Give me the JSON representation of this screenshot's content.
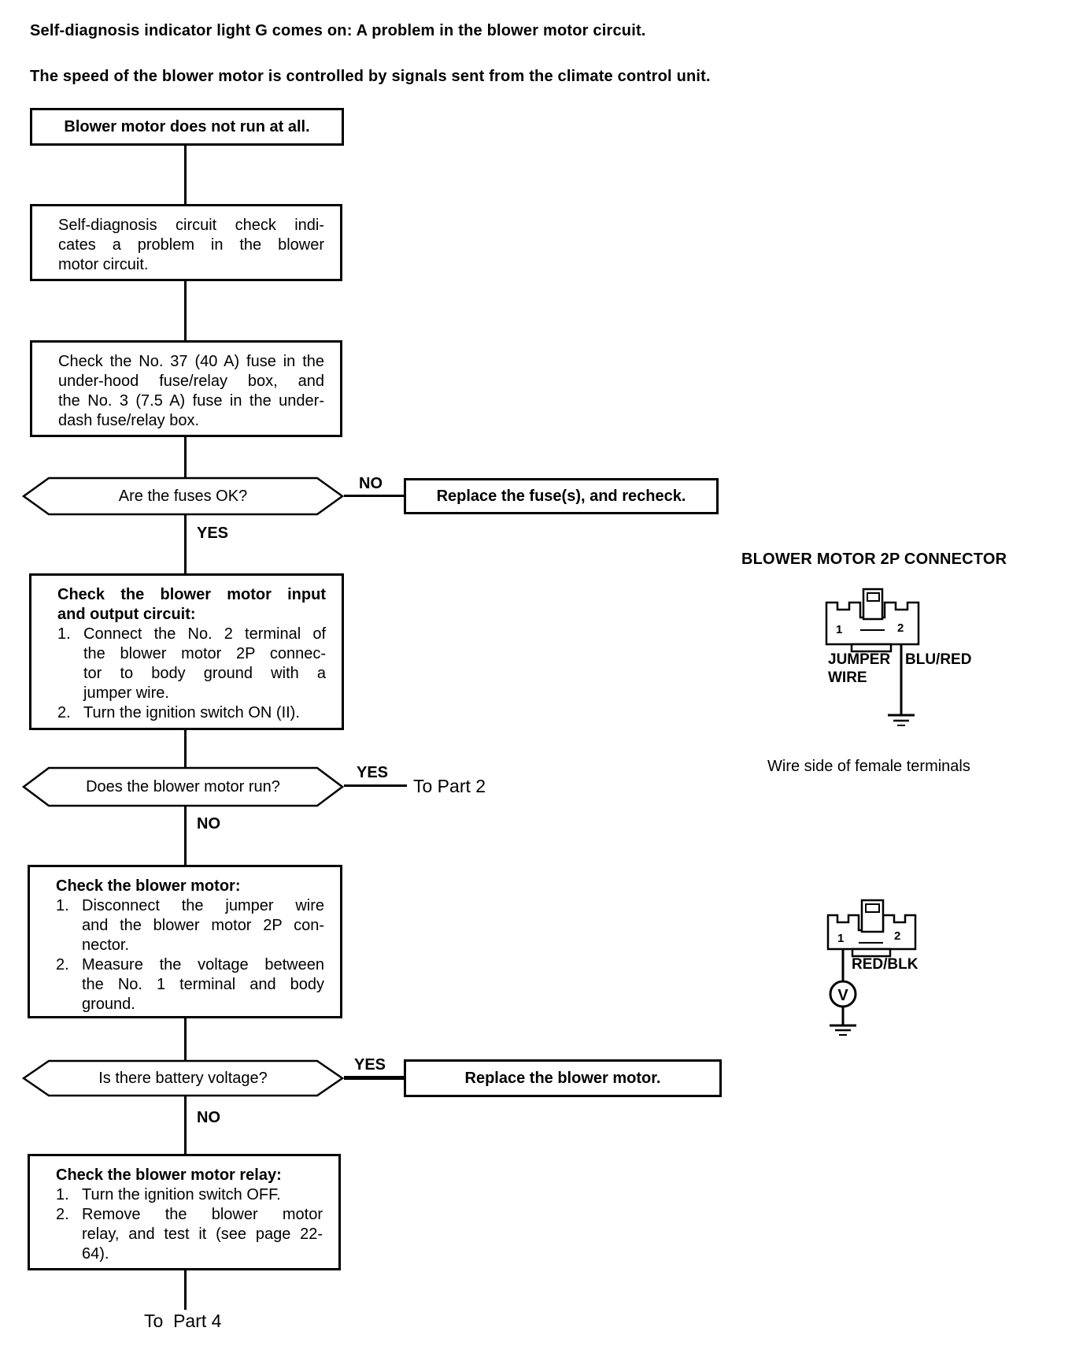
{
  "intro": {
    "line1": "Self-diagnosis indicator light G comes on: A problem in the blower motor circuit.",
    "line2": "The speed of the blower motor is controlled by signals sent from the climate control unit."
  },
  "flow": {
    "start_box": "Blower motor does not run at all.",
    "diag_lines": [
      {
        "t": "Self-diagnosis circuit check indi-",
        "j": 1
      },
      {
        "t": "cates a problem in the blower",
        "j": 1
      },
      {
        "t": "motor circuit."
      }
    ],
    "fuse_lines": [
      {
        "t": "Check the No. 37 (40 A) fuse in the",
        "j": 1
      },
      {
        "t": "under-hood fuse/relay box, and",
        "j": 1
      },
      {
        "t": "the No. 3 (7.5 A) fuse in the under-",
        "j": 1
      },
      {
        "t": "dash fuse/relay box."
      }
    ],
    "dec_fuses": {
      "q": "Are the fuses OK?",
      "no": "NO",
      "yes": "YES"
    },
    "replace_fuses": "Replace the fuse(s), and recheck.",
    "io_lines": [
      {
        "t": "Check the blower motor input",
        "b": 1,
        "j": 1
      },
      {
        "t": "and output circuit:",
        "b": 1
      },
      {
        "n": "1.",
        "t": "Connect the No. 2 terminal of",
        "j": 1
      },
      {
        "i": 1,
        "t": "the blower motor 2P connec-",
        "j": 1
      },
      {
        "i": 1,
        "t": "tor to body ground with a",
        "j": 1
      },
      {
        "i": 1,
        "t": "jumper wire."
      },
      {
        "n": "2.",
        "t": "Turn the ignition switch ON (II)."
      }
    ],
    "dec_run": {
      "q": "Does the blower motor run?",
      "yes": "YES",
      "no": "NO",
      "goto": "To Part 2"
    },
    "motor_lines": [
      {
        "t": "Check the blower motor:",
        "b": 1
      },
      {
        "n": "1.",
        "t": "Disconnect the jumper wire",
        "j": 1
      },
      {
        "i": 1,
        "t": "and the blower motor 2P con-",
        "j": 1
      },
      {
        "i": 1,
        "t": "nector."
      },
      {
        "n": "2.",
        "t": "Measure the voltage between",
        "j": 1
      },
      {
        "i": 1,
        "t": "the No. 1 terminal and body",
        "j": 1
      },
      {
        "i": 1,
        "t": "ground."
      }
    ],
    "dec_batt": {
      "q": "Is there battery voltage?",
      "yes": "YES",
      "no": "NO"
    },
    "replace_motor": "Replace the blower motor.",
    "relay_lines": [
      {
        "t": "Check the blower motor relay:",
        "b": 1
      },
      {
        "n": "1.",
        "t": "Turn the ignition switch OFF."
      },
      {
        "n": "2.",
        "t": "Remove the blower motor",
        "j": 1
      },
      {
        "i": 1,
        "t": "relay, and test it (see page 22-",
        "j": 1
      },
      {
        "i": 1,
        "t": "64)."
      }
    ],
    "end_label": "To  Part 4"
  },
  "conn1": {
    "title": "BLOWER MOTOR 2P CONNECTOR",
    "t1": "1",
    "t2": "2",
    "left_label": "JUMPER\nWIRE",
    "right_label": "BLU/RED",
    "caption": "Wire side of female terminals"
  },
  "conn2": {
    "t1": "1",
    "t2": "2",
    "wire_label": "RED/BLK",
    "meter": "V"
  }
}
